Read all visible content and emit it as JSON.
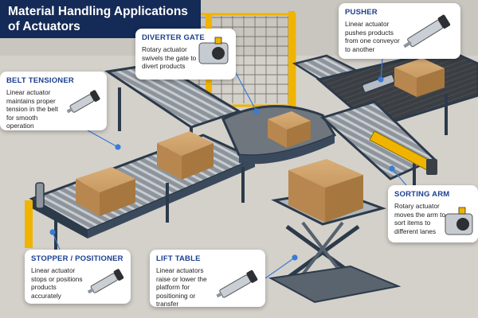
{
  "title": {
    "line1": "Material Handling Applications",
    "line2": "of Actuators"
  },
  "callouts": {
    "diverter": {
      "heading": "DIVERTER GATE",
      "text": "Rotary actuator swivels the gate to divert products",
      "icon": "rotary-actuator-icon"
    },
    "pusher": {
      "heading": "PUSHER",
      "text": "Linear actuator pushes products from one conveyor to another",
      "icon": "linear-actuator-icon"
    },
    "belt": {
      "heading": "BELT TENSIONER",
      "text": "Linear actuator maintains proper tension in the belt for smooth operation",
      "icon": "linear-actuator-icon"
    },
    "sorting": {
      "heading": "SORTING ARM",
      "text": "Rotary actuator moves the arm to sort items to different lanes",
      "icon": "rotary-actuator-icon"
    },
    "stopper": {
      "heading": "STOPPER / POSITIONER",
      "text": "Linear actuator stops or positions products accurately",
      "icon": "linear-actuator-icon"
    },
    "lift": {
      "heading": "LIFT TABLE",
      "text": "Linear actuators raise or lower the platform for positioning or transfer",
      "icon": "linear-actuator-icon"
    }
  },
  "colors": {
    "title_bg": "#142a57",
    "heading": "#1b3f8f",
    "frame": "#2c3a4a",
    "safety_yellow": "#f0b400",
    "box": "#c89a62",
    "connector": "#3a7bd5",
    "floor": "#d9d6cf"
  }
}
